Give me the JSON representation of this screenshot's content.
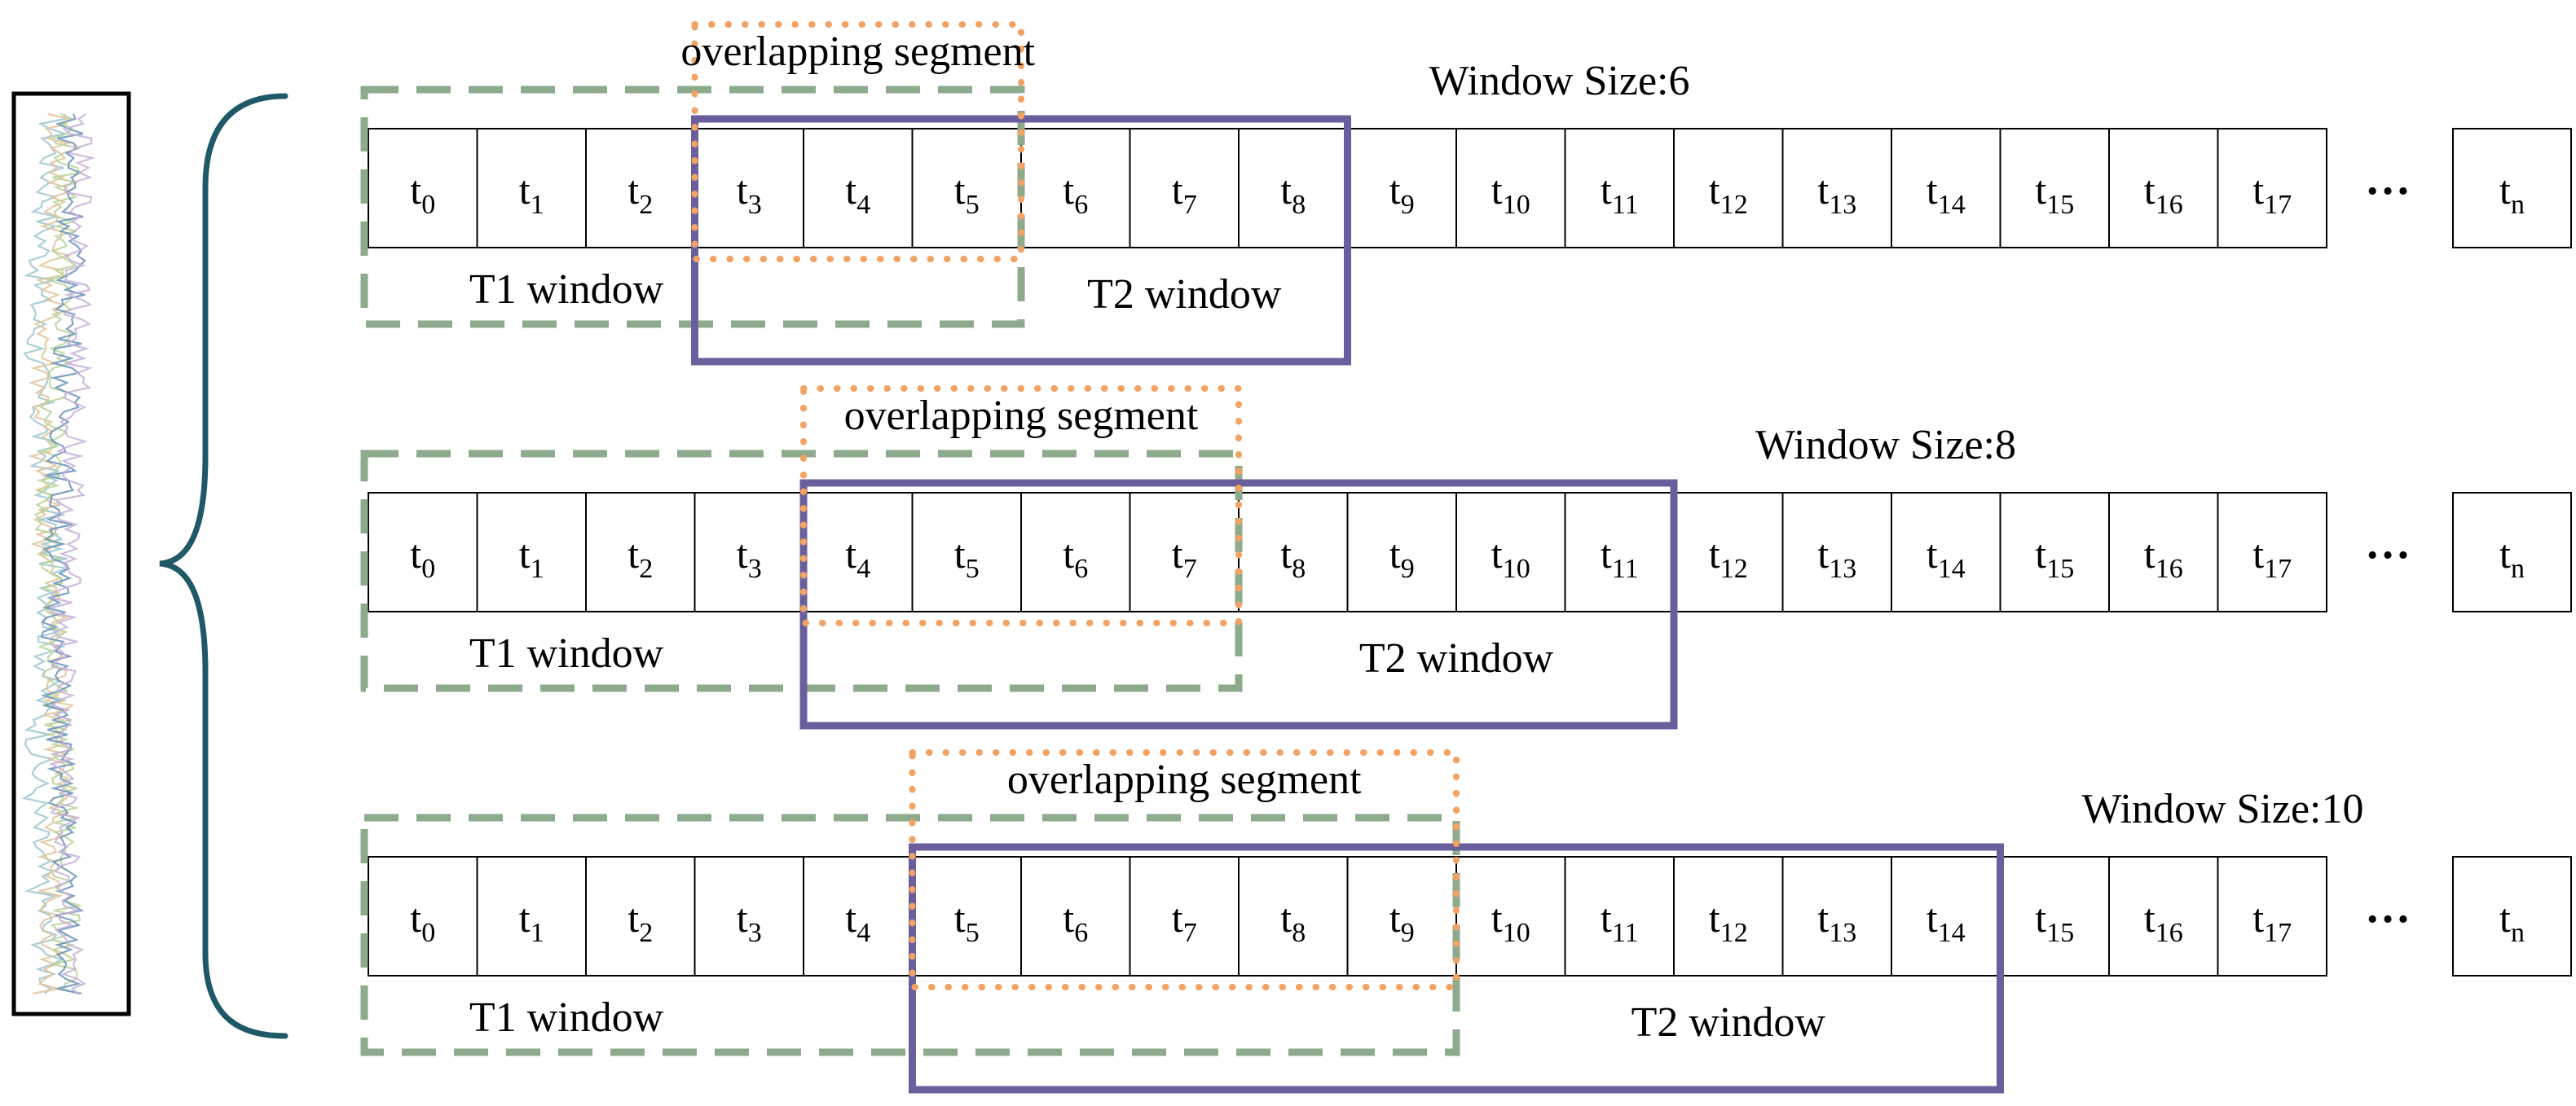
{
  "colors": {
    "t1_window": "#8eaa8c",
    "t2_window": "#6a5f9c",
    "overlap": "#f2a263",
    "brace": "#1f5866",
    "cell_border": "#000000"
  },
  "thumbnail": {
    "icon": "multivariate-timeseries-plot-icon"
  },
  "ellipsis": "…",
  "last_cell": {
    "base": "t",
    "sub": "n"
  },
  "labels": {
    "overlap": "overlapping segment",
    "t1": "T1 window",
    "t2": "T2 window"
  },
  "rows": [
    {
      "window_size_label": "Window Size:6",
      "window_size": 6,
      "t1_start": 0,
      "t2_start": 3,
      "cells": [
        "0",
        "1",
        "2",
        "3",
        "4",
        "5",
        "6",
        "7",
        "8",
        "9",
        "10",
        "11",
        "12",
        "13",
        "14",
        "15",
        "16",
        "17"
      ]
    },
    {
      "window_size_label": "Window Size:8",
      "window_size": 8,
      "t1_start": 0,
      "t2_start": 4,
      "cells": [
        "0",
        "1",
        "2",
        "3",
        "4",
        "5",
        "6",
        "7",
        "8",
        "9",
        "10",
        "11",
        "12",
        "13",
        "14",
        "15",
        "16",
        "17"
      ]
    },
    {
      "window_size_label": "Window Size:10",
      "window_size": 10,
      "t1_start": 0,
      "t2_start": 5,
      "cells": [
        "0",
        "1",
        "2",
        "3",
        "4",
        "5",
        "6",
        "7",
        "8",
        "9",
        "10",
        "11",
        "12",
        "13",
        "14",
        "15",
        "16",
        "17"
      ]
    }
  ]
}
